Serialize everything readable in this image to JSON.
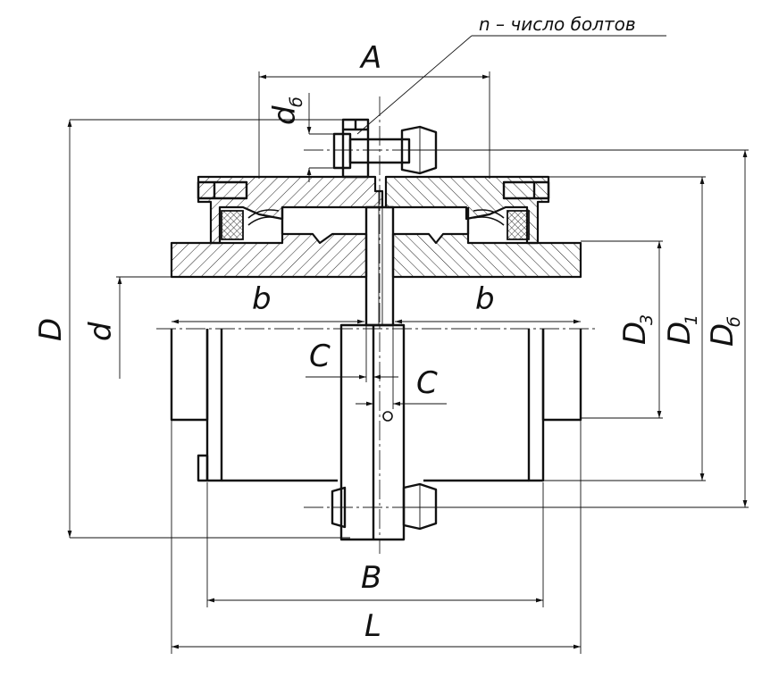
{
  "note": {
    "bolts": "n – число болтов"
  },
  "dimensions": {
    "A": "A",
    "d_main": "d",
    "d_sub": "б",
    "D": "D",
    "d": "d",
    "b_left": "b",
    "b_right": "b",
    "C_left": "C",
    "C_right": "C",
    "D3_main": "D",
    "D3_sub": "3",
    "D1_main": "D",
    "D1_sub": "1",
    "Db_main": "D",
    "Db_sub": "б",
    "B": "B",
    "L": "L"
  }
}
